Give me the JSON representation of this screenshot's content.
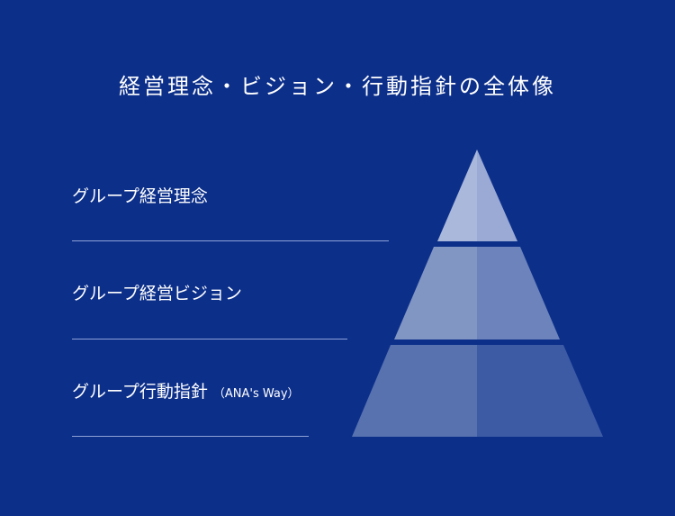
{
  "title": "経営理念・ビジョン・行動指針の全体像",
  "tiers": [
    {
      "label": "グループ経営理念",
      "sub": ""
    },
    {
      "label": "グループ経営ビジョン",
      "sub": ""
    },
    {
      "label": "グループ行動指針",
      "sub": "（ANA's Way）"
    }
  ],
  "colors": {
    "background": "#0c2f8a",
    "tier1": [
      "#aab8db",
      "#9aaad4"
    ],
    "tier2": [
      "#8296c4",
      "#6c84bb"
    ],
    "tier3": [
      "#5872b0",
      "#3d5ba5"
    ]
  }
}
